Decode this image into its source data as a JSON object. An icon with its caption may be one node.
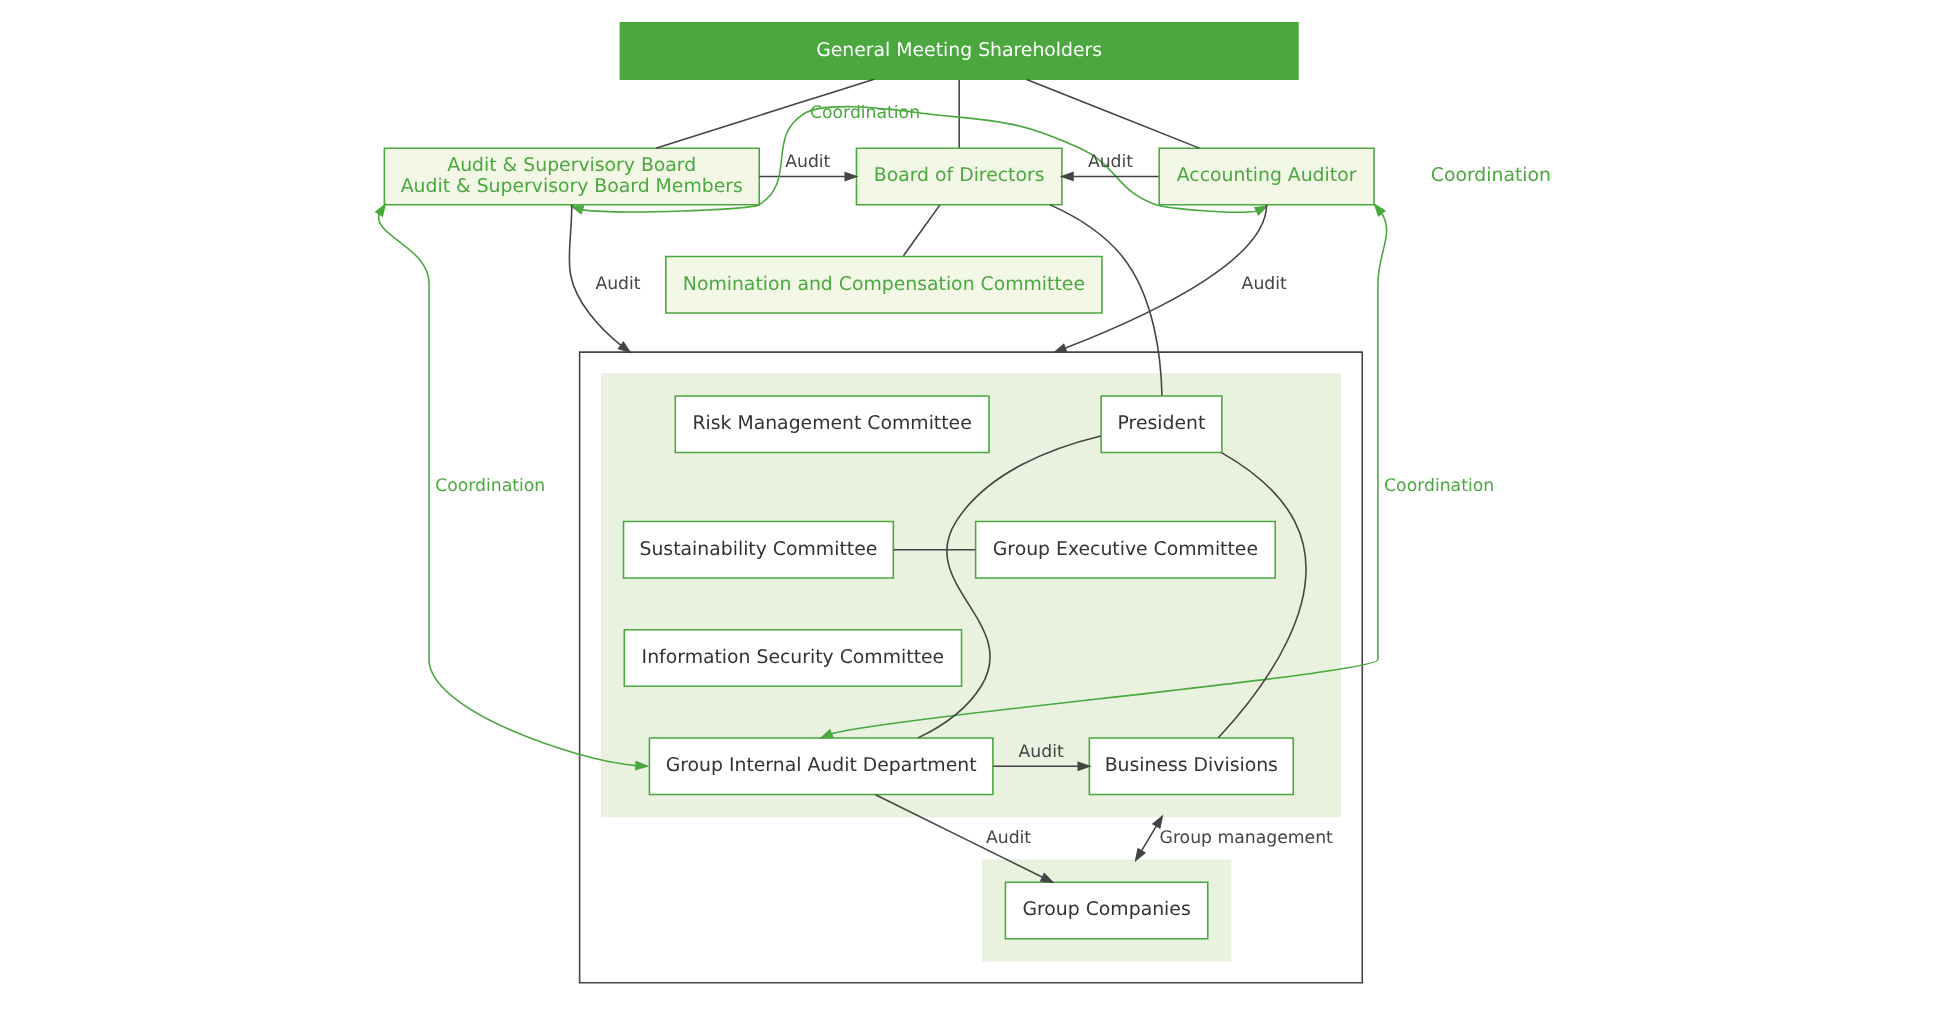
{
  "diagram": {
    "nodes": [
      {
        "text": [
          "General Meeting Shareholders"
        ]
      },
      {
        "text": [
          "Audit & Supervisory Board",
          "Audit & Supervisory Board Members"
        ]
      },
      {
        "text": [
          "Board of Directors"
        ]
      },
      {
        "text": [
          "Accounting Auditor"
        ]
      },
      {
        "text": [
          "Nomination and Compensation Committee"
        ]
      },
      {
        "text": [],
        "shape": "box"
      },
      {
        "text": [],
        "shape": "box",
        "in": 5
      },
      {
        "text": [],
        "shape": "box",
        "in": 5
      },
      {
        "text": [
          "Risk Management Committee"
        ],
        "in": 6
      },
      {
        "text": [
          "President"
        ],
        "in": 6
      },
      {
        "text": [
          "Sustainability Committee"
        ],
        "in": 6
      },
      {
        "text": [
          "Group Executive Committee"
        ],
        "in": 6
      },
      {
        "text": [
          "Information Security Committee"
        ],
        "in": 6
      },
      {
        "text": [
          "Group Internal Audit Department"
        ],
        "in": 6
      },
      {
        "text": [
          "Business Divisions"
        ],
        "in": 6
      },
      {
        "text": [
          "Group Companies"
        ],
        "in": 7
      }
    ],
    "edges": [
      {
        "from": 0,
        "to": 1,
        "arrow": "none"
      },
      {
        "from": 0,
        "to": 2,
        "arrow": "none"
      },
      {
        "from": 0,
        "to": 3,
        "arrow": "none"
      },
      {
        "from": 1,
        "to": 3,
        "arrow": "both",
        "label": "Coordination",
        "color": "#4aa83f"
      },
      {
        "from": 1,
        "to": 2,
        "arrow": "to",
        "label": "Audit"
      },
      {
        "from": 3,
        "to": 2,
        "arrow": "to",
        "label": "Audit"
      },
      {
        "from": 4,
        "to": 2,
        "arrow": "none"
      },
      {
        "from": 1,
        "to": 5,
        "arrow": "to",
        "label": "Audit"
      },
      {
        "from": 3,
        "to": 5,
        "arrow": "to",
        "label": "Audit"
      },
      {
        "from": 2,
        "to": 9,
        "arrow": "none"
      },
      {
        "from": 1,
        "to": 13,
        "arrow": "both",
        "label": "Coordination",
        "color": "#4aa83f"
      },
      {
        "from": 3,
        "to": 13,
        "arrow": "both",
        "label": "Coordination",
        "color": "#4aa83f"
      },
      {
        "from": 10,
        "to": 11,
        "arrow": "none"
      },
      {
        "from": 9,
        "to": 13,
        "arrow": "none"
      },
      {
        "from": 9,
        "to": 14,
        "arrow": "none"
      },
      {
        "from": 13,
        "to": 14,
        "arrow": "to",
        "label": "Audit"
      },
      {
        "from": 13,
        "to": 15,
        "arrow": "to",
        "label": "Audit"
      },
      {
        "from": 6,
        "to": 7,
        "arrow": "both",
        "label": "Group management"
      }
    ],
    "labels": [
      "Coordination"
    ]
  }
}
